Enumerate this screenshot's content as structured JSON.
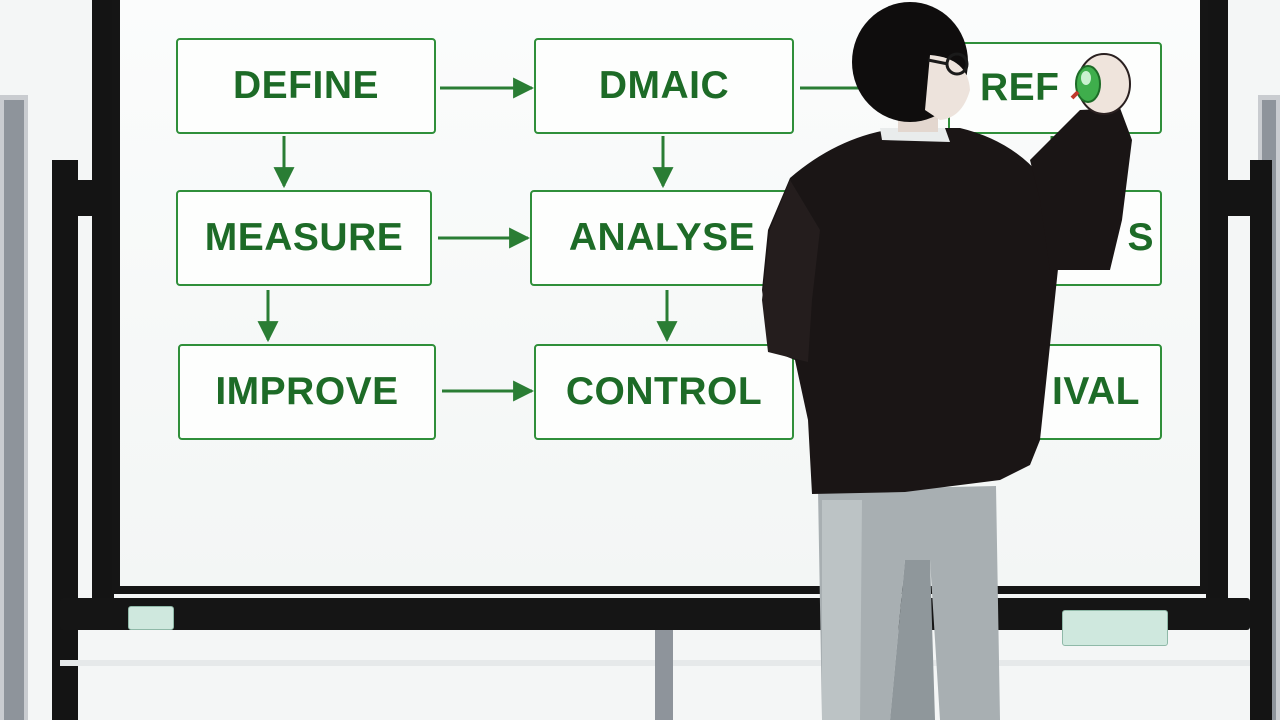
{
  "diagram": {
    "boxes": {
      "define": "DEFINE",
      "dmaic": "DMAIC",
      "refine_partial": "REF",
      "measure": "MEASURE",
      "analyse": "ANALYSE",
      "s_partial": "S",
      "improve": "IMPROVE",
      "control": "CONTROL",
      "ival_partial": "IVAL"
    },
    "colors": {
      "ink": "#1d6b27",
      "border": "#2f8f3a",
      "board": "#fbfcfc",
      "frame": "#151515"
    }
  },
  "scene": {
    "icons": {
      "person": "person-writing-icon",
      "marker": "marker-icon"
    }
  }
}
